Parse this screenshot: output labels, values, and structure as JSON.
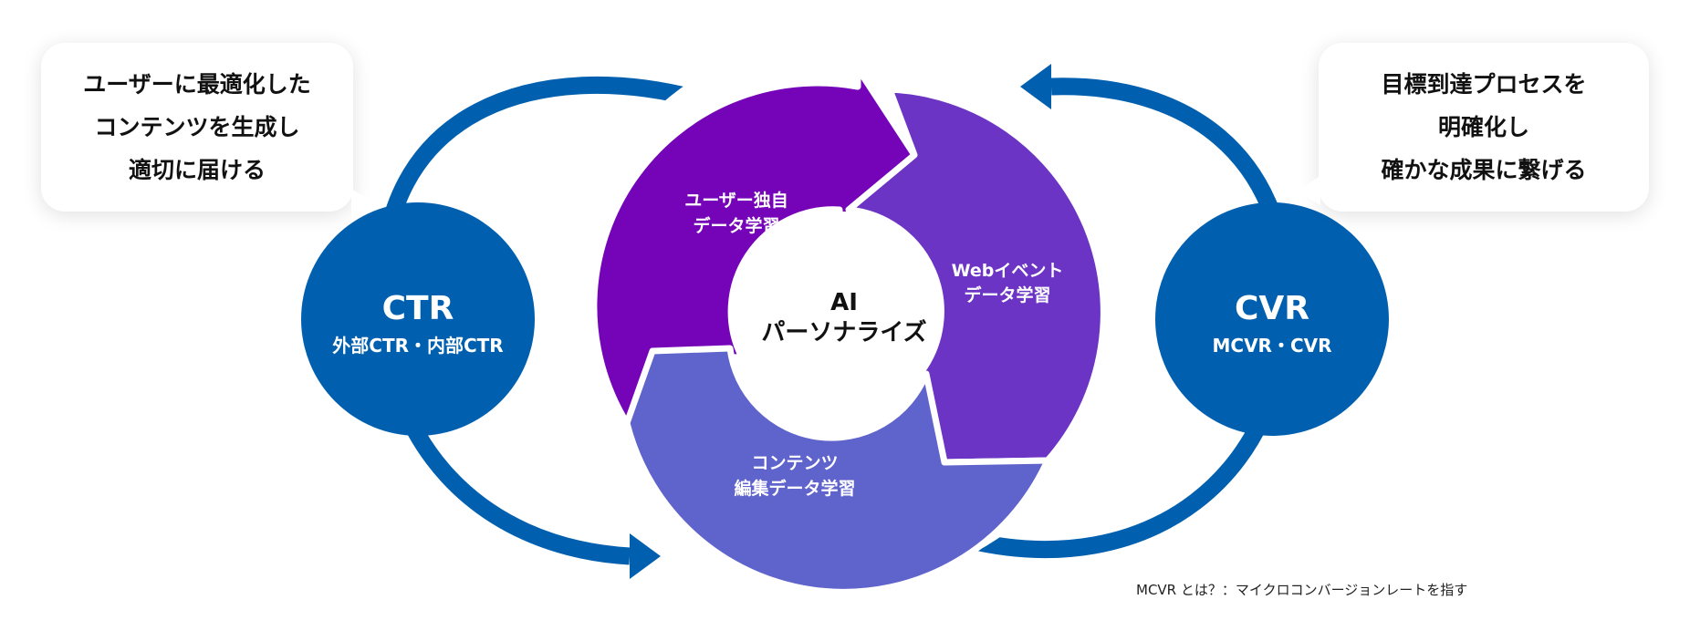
{
  "bubbles": {
    "left": {
      "lines": [
        "ユーザーに最適化した",
        "コンテンツを生成し",
        "適切に届ける"
      ]
    },
    "right": {
      "lines": [
        "目標到達プロセスを",
        "明確化し",
        "確かな成果に繋げる"
      ]
    }
  },
  "left_circle": {
    "title": "CTR",
    "subtitle": "外部CTR・内部CTR"
  },
  "right_circle": {
    "title": "CVR",
    "subtitle": "MCVR・CVR"
  },
  "center": {
    "line1": "AI",
    "line2": "パーソナライズ"
  },
  "segments": {
    "user": {
      "line1": "ユーザー独自",
      "line2": "データ学習"
    },
    "web": {
      "line1": "Webイベント",
      "line2": "データ学習"
    },
    "content": {
      "line1": "コンテンツ",
      "line2": "編集データ学習"
    }
  },
  "colors": {
    "blue": "#0060AF",
    "purple_user": "#7504B8",
    "purple_web": "#6B34C4",
    "purple_content": "#5F63CC"
  },
  "footnote": "MCVR とは？：マイクロコンバージョンレートを指す"
}
